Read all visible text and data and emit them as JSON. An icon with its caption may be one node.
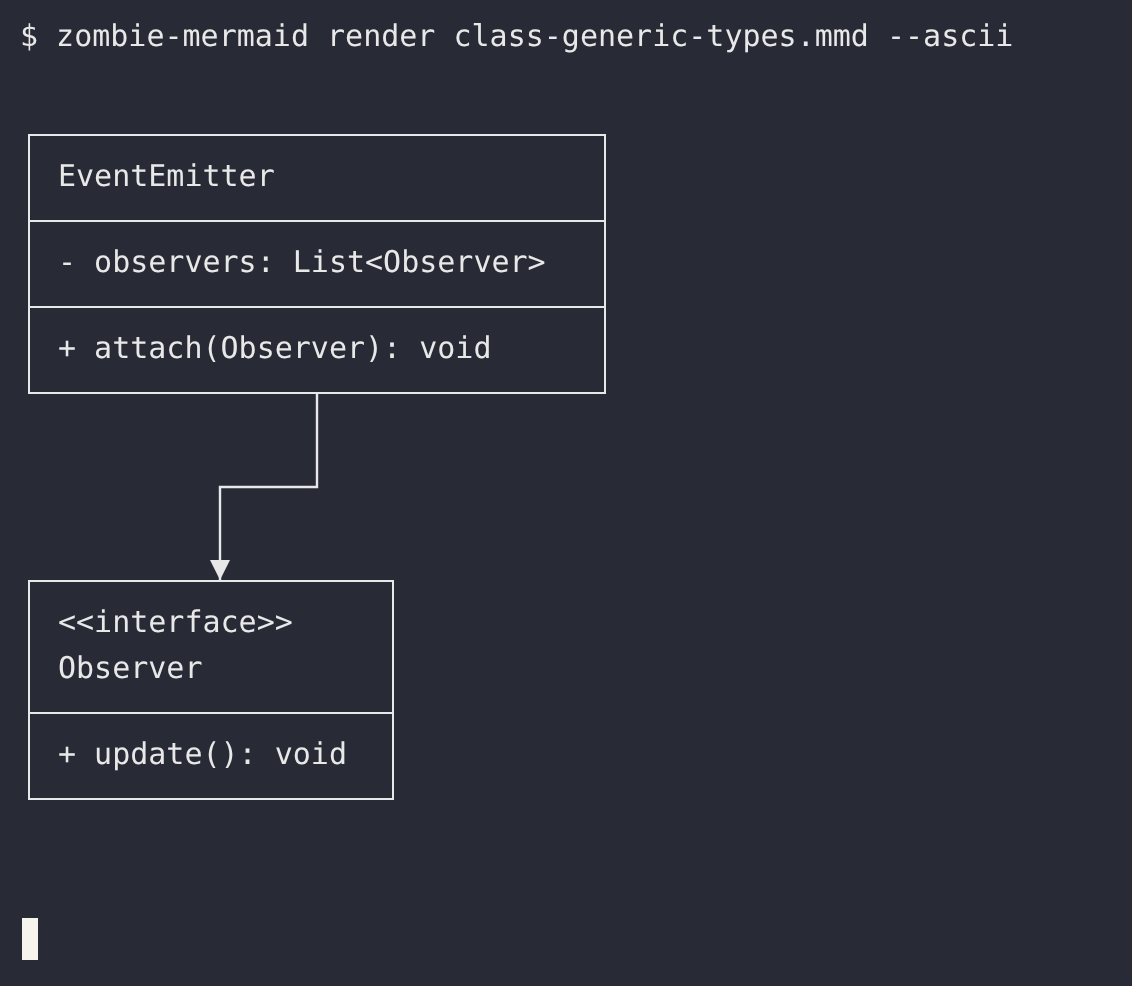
{
  "diagram": {
    "nodes": [
      {
        "text": [
          "EventEmitter",
          "- observers: List<Observer>",
          "+ attach(Observer): void"
        ]
      },
      {
        "text": [
          "<<interface>>",
          "Observer",
          "+ update(): void"
        ]
      }
    ],
    "edges": [
      {
        "from": 0,
        "to": 1,
        "arrow": "to"
      }
    ],
    "labels": [
      "$ zombie-mermaid render class-generic-types.mmd --ascii"
    ]
  }
}
